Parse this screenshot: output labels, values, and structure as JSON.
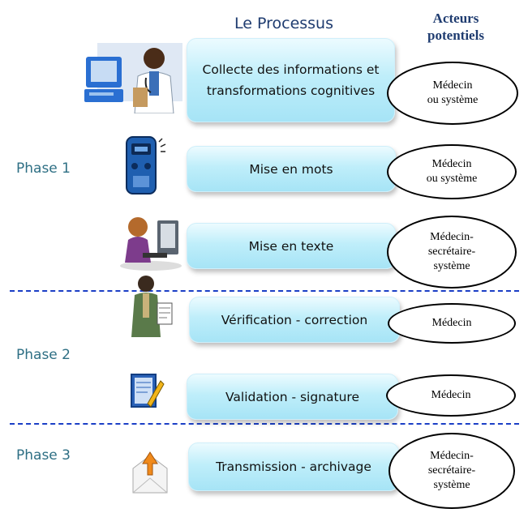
{
  "header": {
    "title": "Le Processus",
    "actors_line1": "Acteurs",
    "actors_line2": "potentiels"
  },
  "phases": {
    "phase1": "Phase 1",
    "phase2": "Phase 2",
    "phase3": "Phase 3"
  },
  "steps": [
    {
      "label_line1": "Collecte des informations et",
      "label_line2": "transformations cognitives",
      "actor_lines": [
        "Médecin",
        "ou système"
      ],
      "icon": "doctor-computer-icon"
    },
    {
      "label": "Mise en mots",
      "actor_lines": [
        "Médecin",
        "ou système"
      ],
      "icon": "dictaphone-icon"
    },
    {
      "label": "Mise en texte",
      "actor_lines": [
        "Médecin-",
        "secrétaire-",
        "système"
      ],
      "icon": "typist-icon"
    },
    {
      "label": "Vérification - correction",
      "actor_lines": [
        "Médecin"
      ],
      "icon": "reviewer-icon"
    },
    {
      "label": "Validation - signature",
      "actor_lines": [
        "Médecin"
      ],
      "icon": "signature-icon"
    },
    {
      "label": "Transmission - archivage",
      "actor_lines": [
        "Médecin-",
        "secrétaire-",
        "système"
      ],
      "icon": "mail-icon"
    }
  ]
}
